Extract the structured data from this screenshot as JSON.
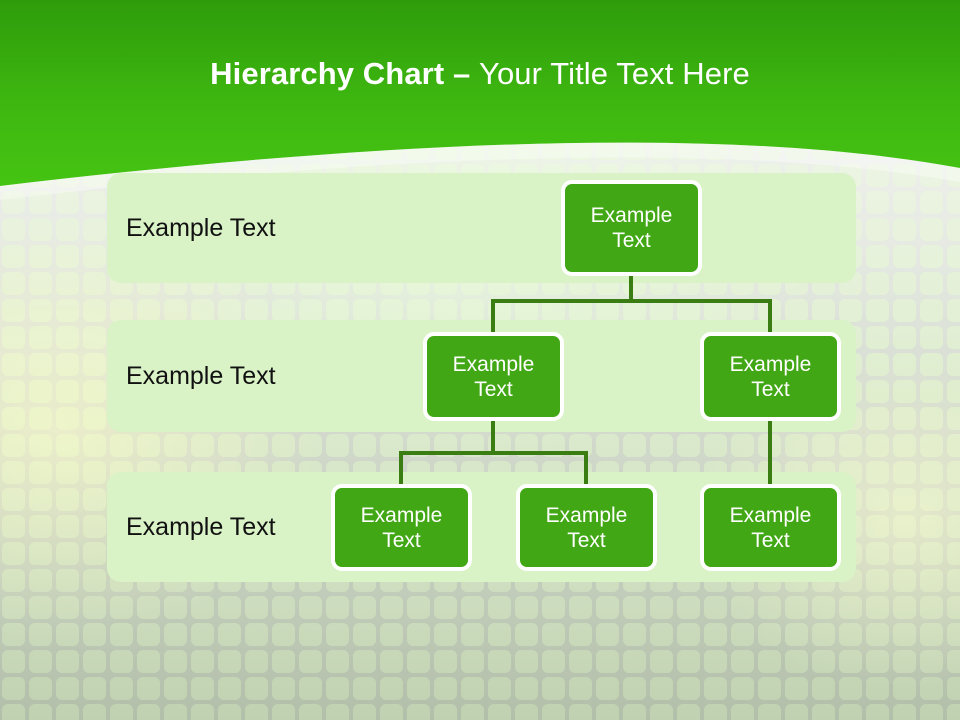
{
  "slide": {
    "title_strong": "Hierarchy Chart – ",
    "title_light": "Your Title Text Here",
    "colors": {
      "header_top": "#2e9c0a",
      "header_bottom": "#45c413",
      "node_fill": "#41a714",
      "node_border": "#ffffff",
      "panel_fill": "#d9f2c6",
      "connector": "#3a7d12",
      "label_text": "#111111",
      "title_text": "#ffffff"
    }
  },
  "rows": [
    {
      "label": "Example Text"
    },
    {
      "label": "Example Text"
    },
    {
      "label": "Example Text"
    }
  ],
  "nodes": {
    "r1c1": "Example\nText",
    "r2c1": "Example\nText",
    "r2c2": "Example\nText",
    "r3c1": "Example\nText",
    "r3c2": "Example\nText",
    "r3c3": "Example\nText"
  },
  "chart_data": {
    "type": "diagram",
    "title": "Hierarchy Chart – Your Title Text Here",
    "levels": [
      {
        "level": 1,
        "label": "Example Text",
        "node_count": 1
      },
      {
        "level": 2,
        "label": "Example Text",
        "node_count": 2
      },
      {
        "level": 3,
        "label": "Example Text",
        "node_count": 3
      }
    ],
    "edges": [
      {
        "from": "r1c1",
        "to": "r2c1"
      },
      {
        "from": "r1c1",
        "to": "r2c2"
      },
      {
        "from": "r2c1",
        "to": "r3c1"
      },
      {
        "from": "r2c1",
        "to": "r3c2"
      },
      {
        "from": "r2c2",
        "to": "r3c3"
      }
    ]
  }
}
